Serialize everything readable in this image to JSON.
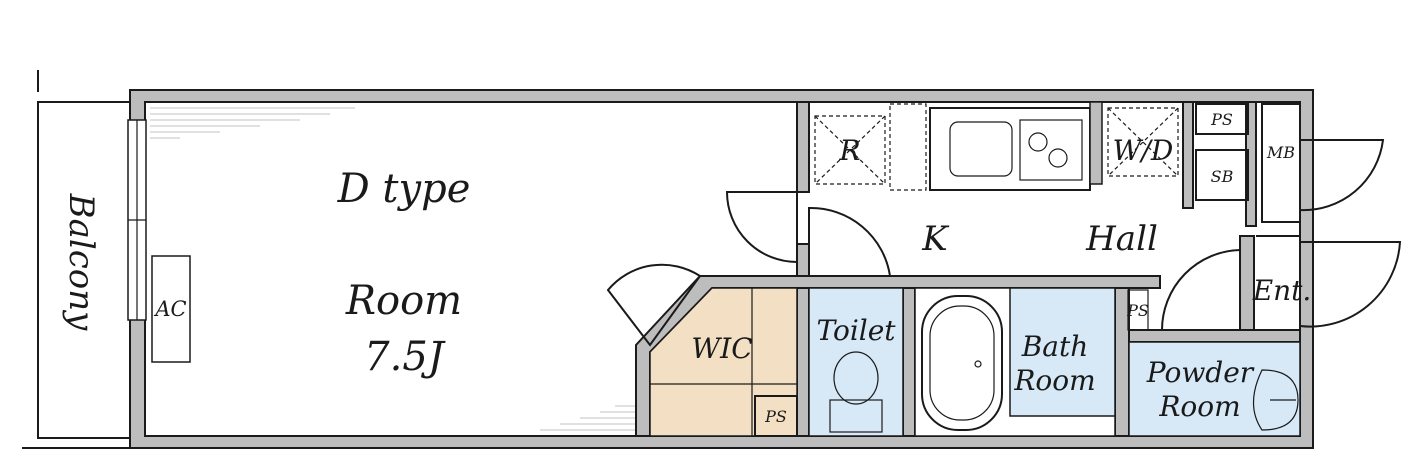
{
  "floor_plan": {
    "type_label": "D type",
    "rooms": {
      "main_room": {
        "name": "Room",
        "size": "7.5J"
      },
      "balcony": "Balcony",
      "kitchen": "K",
      "hall": "Hall",
      "entrance": "Ent.",
      "wic": "WIC",
      "toilet": "Toilet",
      "bath": {
        "line1": "Bath",
        "line2": "Room"
      },
      "powder": {
        "line1": "Powder",
        "line2": "Room"
      }
    },
    "fixtures": {
      "ac": "AC",
      "refrigerator": "R",
      "washer_dryer": "W/D",
      "pipe_space_top": "PS",
      "pipe_space_bottom": "PS",
      "pipe_space_bath": "PS",
      "shoe_box": "SB",
      "meter_box": "MB"
    },
    "colors": {
      "wet_area": "#d7e9f7",
      "closet": "#f3dfc3",
      "wall": "#bdbdbd"
    }
  }
}
